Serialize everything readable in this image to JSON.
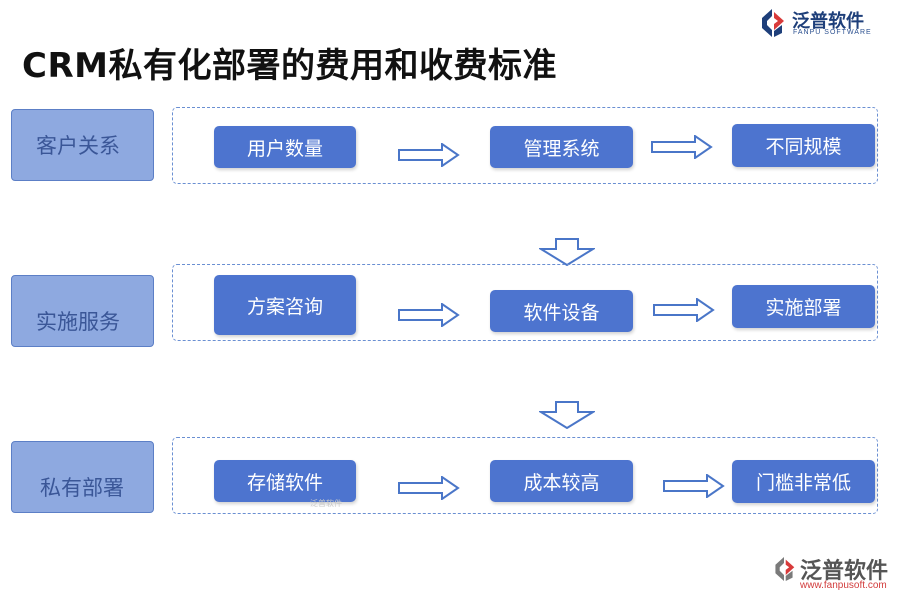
{
  "header": {
    "title": "CRM私有化部署的费用和收费标准"
  },
  "logo_top": {
    "name": "泛普软件",
    "subtitle": "FANPU SOFTWARE"
  },
  "rows": [
    {
      "label": "客户关系",
      "steps": [
        "用户数量",
        "管理系统",
        "不同规模"
      ]
    },
    {
      "label": "实施服务",
      "steps": [
        "方案咨询",
        "软件设备",
        "实施部署"
      ]
    },
    {
      "label": "私有部署",
      "steps": [
        "存储软件",
        "成本较高",
        "门槛非常低"
      ]
    }
  ],
  "watermark_small": "泛普软件",
  "logo_bottom": {
    "name": "泛普软件",
    "url": "www.fanpusoft.com"
  },
  "colors": {
    "step_fill": "#4d74cf",
    "label_fill": "#8ea9e0",
    "dashed_border": "#6a8fd2",
    "logo_blue": "#1e3f7a"
  },
  "icons": {
    "flow_arrow": "hollow-right-arrow",
    "row_arrow": "hollow-down-arrow",
    "logo": "fanpu-logo-icon"
  }
}
